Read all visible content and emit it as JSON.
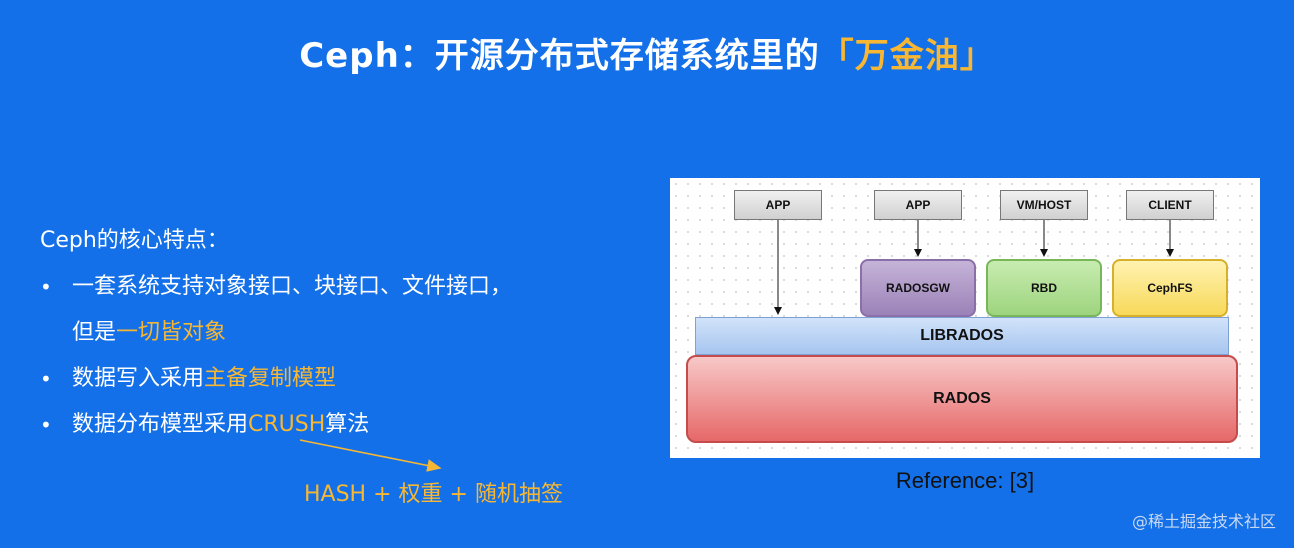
{
  "title": {
    "main": "Ceph：开源分布式存储系统里的",
    "highlight": "「万金油」"
  },
  "features": {
    "lead": "Ceph的核心特点：",
    "item1_text": "一套系统支持对象接口、块接口、文件接口，",
    "item1_cont_prefix": "但是",
    "item1_cont_highlight": "一切皆对象",
    "item2_prefix": "数据写入采用",
    "item2_highlight": "主备复制模型",
    "item3_prefix": "数据分布模型采用",
    "item3_highlight": "CRUSH",
    "item3_suffix": "算法"
  },
  "formula": "HASH + 权重 + 随机抽签",
  "diagram": {
    "top_boxes": [
      "APP",
      "APP",
      "VM/HOST",
      "CLIENT"
    ],
    "gateways": [
      "RADOSGW",
      "RBD",
      "CephFS"
    ],
    "librados": "LIBRADOS",
    "rados": "RADOS"
  },
  "reference": "Reference: [3]",
  "watermark": "@稀土掘金技术社区",
  "colors": {
    "background": "#1470e8",
    "highlight": "#f7b733"
  }
}
